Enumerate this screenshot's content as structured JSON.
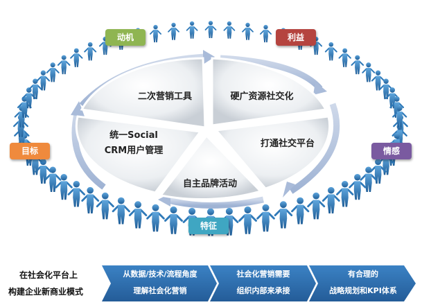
{
  "labels": {
    "motivation": "动机",
    "benefit": "利益",
    "goal": "目标",
    "emotion": "情感",
    "feature": "特征"
  },
  "segments": {
    "tools": "二次营销工具",
    "hard_sell": "硬广资源社交化",
    "crm_line1": "统一Social",
    "crm_line2": "CRM用户管理",
    "platform": "打通社交平台",
    "brand": "自主品牌活动"
  },
  "bottom": {
    "left_line1": "在社会化平台上",
    "left_line2": "构建企业新商业模式",
    "step1_line1": "从数据/技术/流程角度",
    "step1_line2": "理解社会化营销",
    "step2_line1": "社会化营销需要",
    "step2_line2": "组织内部来承接",
    "step3_line1": "有合理的",
    "step3_line2": "战略规划和KPI体系"
  },
  "colors": {
    "motivation": "#8fb552",
    "benefit": "#b5443f",
    "goal": "#ef8a3d",
    "emotion": "#7a5aa0",
    "feature": "#3fa6c2",
    "people": "#2f79b8",
    "band": "#2e6fb0"
  }
}
